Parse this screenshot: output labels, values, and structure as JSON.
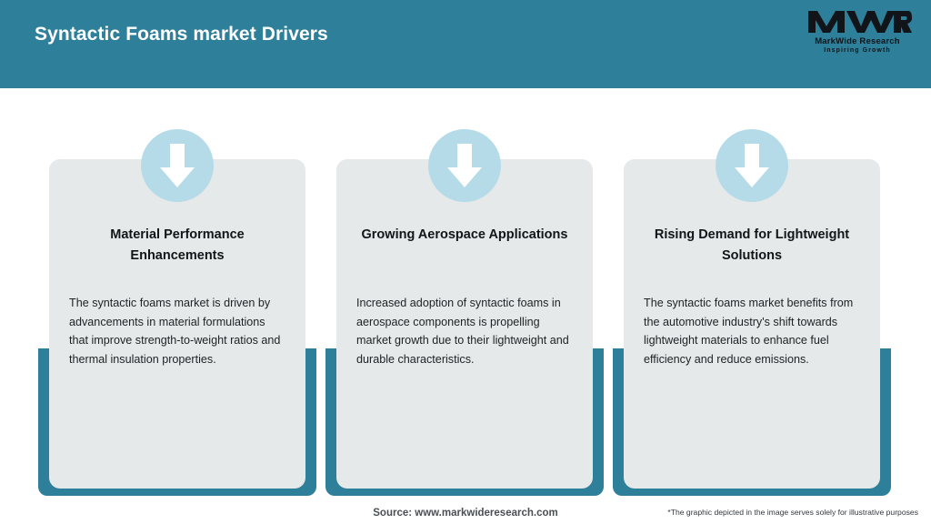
{
  "header": {
    "title": "Syntactic Foams market Drivers",
    "background_color": "#2e7f99",
    "title_color": "#ffffff"
  },
  "logo": {
    "mark": "MWR",
    "name": "MarkWide Research",
    "tagline": "Inspiring Growth"
  },
  "theme": {
    "teal": "#2e7f99",
    "card_gray": "#e6e9ea",
    "badge_blue": "#b5dbe8",
    "arrow_white": "#ffffff"
  },
  "cards": [
    {
      "icon": "down-arrow-icon",
      "title": "Material Performance Enhancements",
      "description": "The syntactic foams market is driven by advancements in material formulations that improve strength-to-weight ratios and thermal insulation properties."
    },
    {
      "icon": "down-arrow-icon",
      "title": "Growing Aerospace Applications",
      "description": "Increased adoption of syntactic foams in aerospace components is propelling market growth due to their lightweight and durable characteristics."
    },
    {
      "icon": "down-arrow-icon",
      "title": "Rising Demand for Lightweight Solutions",
      "description": "The syntactic foams market benefits from the automotive industry's shift towards lightweight materials to enhance fuel efficiency and reduce emissions."
    }
  ],
  "footer": {
    "source": "Source: www.markwideresearch.com",
    "disclaimer": "*The graphic depicted in the image serves solely for illustrative purposes"
  }
}
